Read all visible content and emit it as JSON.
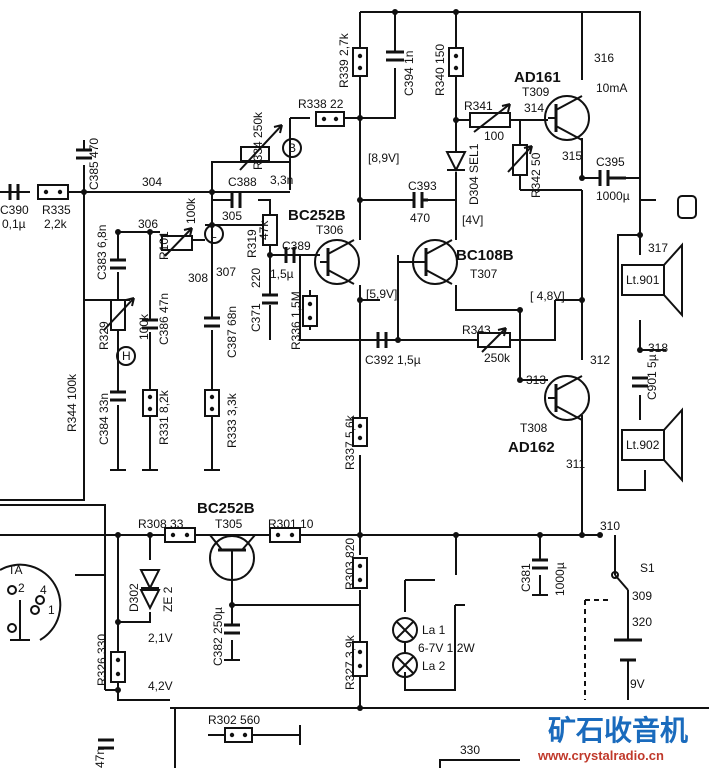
{
  "components": {
    "r339": {
      "ref": "R339",
      "value": "2,7k"
    },
    "c394": {
      "ref": "C394",
      "value": "1n"
    },
    "r340": {
      "ref": "R340",
      "value": "150"
    },
    "t309": {
      "ref": "T309",
      "type": "AD161",
      "current": "10mA"
    },
    "r338": {
      "ref": "R338",
      "value": "22"
    },
    "r334": {
      "ref": "R334",
      "value": "250k"
    },
    "r341": {
      "ref": "R341",
      "value": "100"
    },
    "c385": {
      "ref": "C385",
      "value": "470"
    },
    "c388": {
      "ref": "C388",
      "value": "3,3n"
    },
    "d304": {
      "ref": "D304",
      "value": "SEL1"
    },
    "r342": {
      "ref": "R342",
      "value": "50"
    },
    "c395": {
      "ref": "C395",
      "value": "1000µ"
    },
    "c390": {
      "ref": "C390",
      "value": "0,1µ"
    },
    "r335": {
      "ref": "R335",
      "value": "2,2k"
    },
    "r101": {
      "ref": "R101",
      "value": "100k"
    },
    "r319": {
      "ref": "R319",
      "value": "47k"
    },
    "c393": {
      "ref": "C393",
      "value": "470"
    },
    "t306": {
      "ref": "T306",
      "type": "BC252B"
    },
    "c383": {
      "ref": "C383",
      "value": "6,8n"
    },
    "c389": {
      "ref": "C389",
      "value": "1,5µ"
    },
    "c371": {
      "ref": "C371",
      "value": "220"
    },
    "t307": {
      "ref": "T307",
      "type": "BC108B"
    },
    "r329": {
      "ref": "R329",
      "value": "100k"
    },
    "c386": {
      "ref": "C386",
      "value": "47n"
    },
    "c387": {
      "ref": "C387",
      "value": "68n"
    },
    "r336": {
      "ref": "R336",
      "value": "1,5M"
    },
    "r343": {
      "ref": "R343",
      "value": "250k"
    },
    "c392": {
      "ref": "C392",
      "value": "1,5µ"
    },
    "c901": {
      "ref": "C901",
      "value": "5µ"
    },
    "r344": {
      "ref": "R344",
      "value": "100k"
    },
    "c384": {
      "ref": "C384",
      "value": "33n"
    },
    "r331": {
      "ref": "R331",
      "value": "8,2k"
    },
    "r333": {
      "ref": "R333",
      "value": "3,3k"
    },
    "r337": {
      "ref": "R337",
      "value": "5,6k"
    },
    "t308": {
      "ref": "T308",
      "type": "AD162"
    },
    "t305": {
      "ref": "T305",
      "type": "BC252B"
    },
    "r308": {
      "ref": "R308",
      "value": "33"
    },
    "r301": {
      "ref": "R301",
      "value": "10"
    },
    "d302": {
      "ref": "D302",
      "value": "ZE 2"
    },
    "c381": {
      "ref": "C381",
      "value": "1000µ"
    },
    "s1": {
      "ref": "S1"
    },
    "r303": {
      "ref": "R303",
      "value": "820"
    },
    "c382": {
      "ref": "C382",
      "value": "250µ"
    },
    "r327": {
      "ref": "R327",
      "value": "3,9k"
    },
    "la1": {
      "ref": "La 1"
    },
    "la2": {
      "ref": "La 2"
    },
    "lamp_spec": "6-7V  1,2W",
    "r326": {
      "ref": "R326",
      "value": "330"
    },
    "r302": {
      "ref": "R302",
      "value": "560"
    },
    "c_bottom": {
      "value": "47n"
    },
    "lt901": {
      "ref": "Lt.901"
    },
    "lt902": {
      "ref": "Lt.902"
    },
    "battery": {
      "value": "9V"
    },
    "ta": {
      "ref": "TA",
      "pins": [
        "2",
        "4",
        "1"
      ]
    }
  },
  "pot_markers": {
    "b": "B",
    "l": "L",
    "h": "H"
  },
  "voltages": {
    "v89": "[8,9V]",
    "v4": "[4V]",
    "v59": "[5,9V]",
    "v48": "[ 4,8V]",
    "v21": "2,1V",
    "v42": "4,2V"
  },
  "nodes": {
    "n316": "316",
    "n314": "314",
    "n315": "315",
    "n304": "304",
    "n305": "305",
    "n306": "306",
    "n308": "308",
    "n307": "307",
    "n317": "317",
    "n312": "312",
    "n313": "313",
    "n318": "318",
    "n311": "311",
    "n310": "310",
    "n309": "309",
    "n320": "320",
    "n330": "330"
  },
  "watermark": {
    "title": "矿石收音机",
    "url": "www.crystalradio.cn"
  }
}
